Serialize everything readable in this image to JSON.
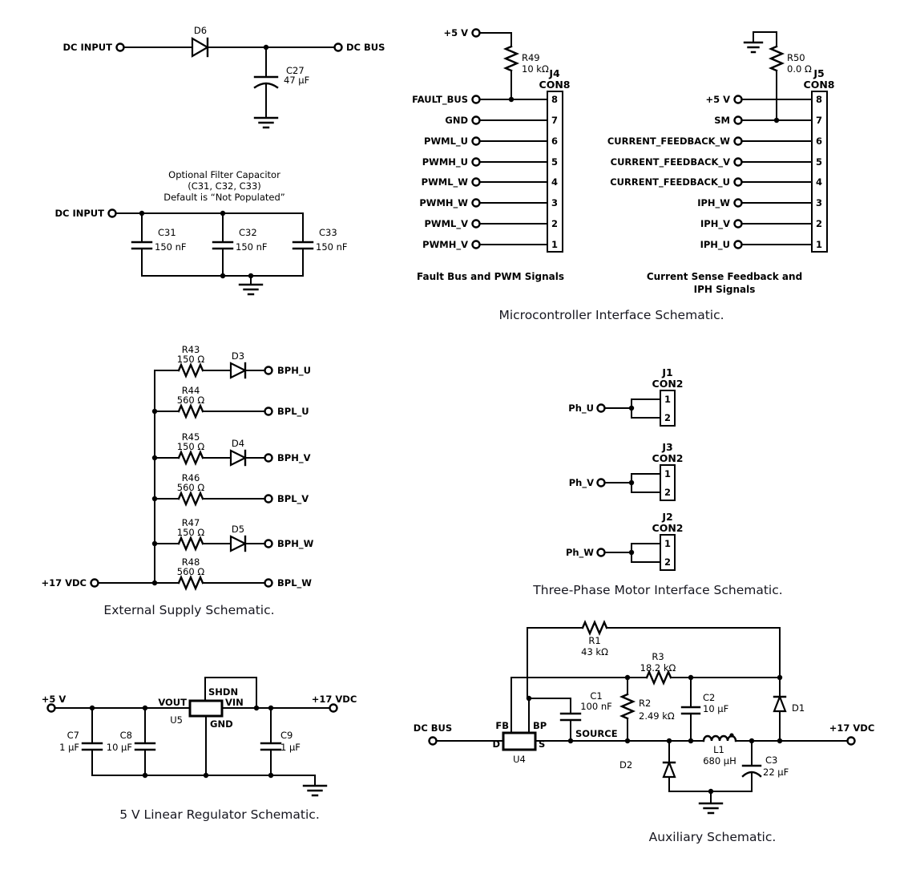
{
  "dc_bus_schematic": {
    "input_label": "DC INPUT",
    "diode_ref": "D6",
    "output_label": "DC BUS",
    "cap_name": "C27",
    "cap_value": "47 µF"
  },
  "filter_schematic": {
    "note_line1": "Optional Filter Capacitor",
    "note_line2": "(C31, C32, C33)",
    "note_line3": "Default is “Not Populated”",
    "input_label": "DC INPUT",
    "caps": [
      {
        "name": "C31",
        "value": "150 nF"
      },
      {
        "name": "C32",
        "value": "150 nF"
      },
      {
        "name": "C33",
        "value": "150 nF"
      }
    ]
  },
  "j4": {
    "supply": "+5 V",
    "pullup_name": "R49",
    "pullup_value": "10 kΩ",
    "ref": "J4",
    "type": "CON8",
    "pins": [
      {
        "name": "FAULT_BUS",
        "num": "8"
      },
      {
        "name": "GND",
        "num": "7"
      },
      {
        "name": "PWML_U",
        "num": "6"
      },
      {
        "name": "PWMH_U",
        "num": "5"
      },
      {
        "name": "PWML_W",
        "num": "4"
      },
      {
        "name": "PWMH_W",
        "num": "3"
      },
      {
        "name": "PWML_V",
        "num": "2"
      },
      {
        "name": "PWMH_V",
        "num": "1"
      }
    ],
    "caption": "Fault Bus and PWM Signals"
  },
  "j5": {
    "resistor_name": "R50",
    "resistor_value": "0.0 Ω",
    "ref": "J5",
    "type": "CON8",
    "pins": [
      {
        "name": "+5 V",
        "num": "8"
      },
      {
        "name": "SM",
        "num": "7"
      },
      {
        "name": "CURRENT_FEEDBACK_W",
        "num": "6"
      },
      {
        "name": "CURRENT_FEEDBACK_V",
        "num": "5"
      },
      {
        "name": "CURRENT_FEEDBACK_U",
        "num": "4"
      },
      {
        "name": "IPH_W",
        "num": "3"
      },
      {
        "name": "IPH_V",
        "num": "2"
      },
      {
        "name": "IPH_U",
        "num": "1"
      }
    ],
    "caption_line1": "Current Sense Feedback and",
    "caption_line2": "IPH Signals"
  },
  "micro_caption": "Microcontroller Interface Schematic.",
  "external_supply": {
    "supply": "+17 VDC",
    "rows": [
      {
        "res": "R43",
        "val": "150 Ω",
        "diode": "D3",
        "out": "BPH_U"
      },
      {
        "res": "R44",
        "val": "560 Ω",
        "diode": "",
        "out": "BPL_U"
      },
      {
        "res": "R45",
        "val": "150 Ω",
        "diode": "D4",
        "out": "BPH_V"
      },
      {
        "res": "R46",
        "val": "560 Ω",
        "diode": "",
        "out": "BPL_V"
      },
      {
        "res": "R47",
        "val": "150 Ω",
        "diode": "D5",
        "out": "BPH_W"
      },
      {
        "res": "R48",
        "val": "560 Ω",
        "diode": "",
        "out": "BPL_W"
      }
    ],
    "caption": "External Supply Schematic."
  },
  "motor_interface": {
    "connectors": [
      {
        "ref": "J1",
        "type": "CON2",
        "signal": "Ph_U",
        "pin1": "1",
        "pin2": "2"
      },
      {
        "ref": "J3",
        "type": "CON2",
        "signal": "Ph_V",
        "pin1": "1",
        "pin2": "2"
      },
      {
        "ref": "J2",
        "type": "CON2",
        "signal": "Ph_W",
        "pin1": "1",
        "pin2": "2"
      }
    ],
    "caption": "Three-Phase Motor Interface Schematic."
  },
  "regulator": {
    "input": "+5 V",
    "output": "+17 VDC",
    "u_ref": "U5",
    "pin_vout": "VOUT",
    "pin_vin": "VIN",
    "pin_shdn": "SHDN",
    "pin_gnd": "GND",
    "c7_name": "C7",
    "c7_value": "1 µF",
    "c8_name": "C8",
    "c8_value": "10 µF",
    "c9_name": "C9",
    "c9_value": "1 µF",
    "caption": "5 V Linear Regulator Schematic."
  },
  "auxiliary": {
    "input": "DC BUS",
    "output": "+17 VDC",
    "u_ref": "U4",
    "pin_fb": "FB",
    "pin_bp": "BP",
    "pin_d": "D",
    "pin_s": "S",
    "source_label": "SOURCE",
    "r1_name": "R1",
    "r1_value": "43 kΩ",
    "r2_name": "R2",
    "r2_value": "2.49 kΩ",
    "r3_name": "R3",
    "r3_value": "18.2 kΩ",
    "c1_name": "C1",
    "c1_value": "100 nF",
    "c2_name": "C2",
    "c2_value": "10 µF",
    "c3_name": "C3",
    "c3_value": "22 µF",
    "d1_ref": "D1",
    "d2_ref": "D2",
    "l1_name": "L1",
    "l1_value": "680 µH",
    "caption": "Auxiliary Schematic."
  }
}
